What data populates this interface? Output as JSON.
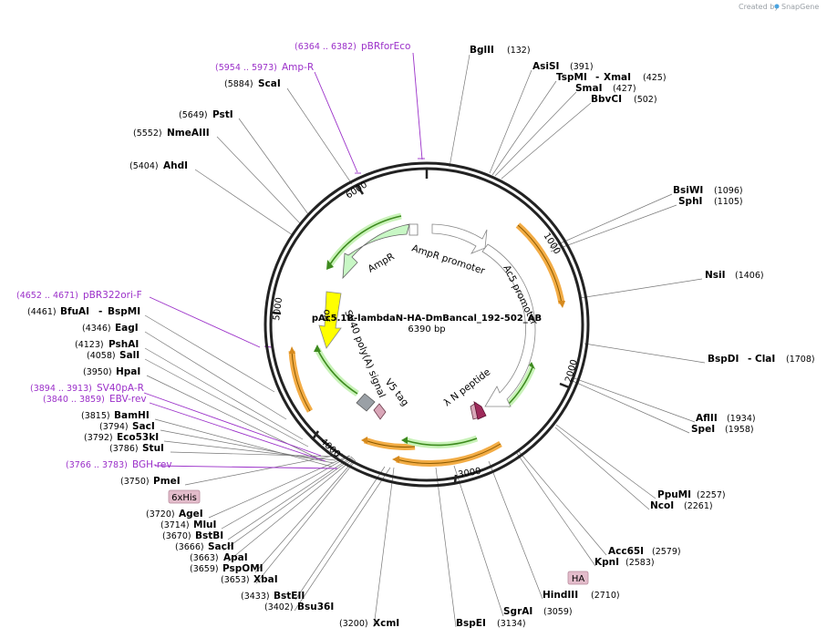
{
  "credit": {
    "prefix": "Created by",
    "brand": "SnapGene"
  },
  "plasmid": {
    "name": "pAc5.1B-lambdaN-HA-DmBancal_192-502_AB",
    "size_label": "6390 bp",
    "length": 6390
  },
  "colors": {
    "primer": "#9b30c9",
    "backbone": "#222222",
    "orf": "#f2a83b",
    "ampr": "#c8f7c5",
    "yellow": "#ffff00",
    "green_arc": "#4c9a2a",
    "tag": "#e3bccb"
  },
  "ticks": [
    "1000",
    "2000",
    "3000",
    "4000",
    "5000",
    "6000"
  ],
  "sites": [
    {
      "name": "BglII",
      "pos": "(132)"
    },
    {
      "name": "AsiSI",
      "pos": "(391)"
    },
    {
      "name": "TspMI",
      "sep": "-",
      "name2": "XmaI",
      "pos": "(425)"
    },
    {
      "name": "SmaI",
      "pos": "(427)"
    },
    {
      "name": "BbvCI",
      "pos": "(502)"
    },
    {
      "name": "BsiWI",
      "pos": "(1096)"
    },
    {
      "name": "SphI",
      "pos": "(1105)"
    },
    {
      "name": "NsiI",
      "pos": "(1406)"
    },
    {
      "name": "BspDI",
      "sep": "-",
      "name2": "ClaI",
      "pos": "(1708)"
    },
    {
      "name": "AflII",
      "pos": "(1934)"
    },
    {
      "name": "SpeI",
      "pos": "(1958)"
    },
    {
      "name": "PpuMI",
      "pos": "(2257)"
    },
    {
      "name": "NcoI",
      "pos": "(2261)"
    },
    {
      "name": "Acc65I",
      "pos": "(2579)"
    },
    {
      "name": "KpnI",
      "pos": "(2583)"
    },
    {
      "name": "HindIII",
      "pos": "(2710)"
    },
    {
      "name": "SgrAI",
      "pos": "(3059)"
    },
    {
      "name": "BspEI",
      "pos": "(3134)"
    },
    {
      "name": "XcmI",
      "pos": "(3200)"
    },
    {
      "name": "Bsu36I",
      "pos": "(3402)"
    },
    {
      "name": "BstEII",
      "pos": "(3433)"
    },
    {
      "name": "XbaI",
      "pos": "(3653)"
    },
    {
      "name": "PspOMI",
      "pos": "(3659)"
    },
    {
      "name": "ApaI",
      "pos": "(3663)"
    },
    {
      "name": "SacII",
      "pos": "(3666)"
    },
    {
      "name": "BstBI",
      "pos": "(3670)"
    },
    {
      "name": "MluI",
      "pos": "(3714)"
    },
    {
      "name": "AgeI",
      "pos": "(3720)"
    },
    {
      "name": "PmeI",
      "pos": "(3750)"
    },
    {
      "name": "StuI",
      "pos": "(3786)"
    },
    {
      "name": "Eco53kI",
      "pos": "(3792)"
    },
    {
      "name": "SacI",
      "pos": "(3794)"
    },
    {
      "name": "BamHI",
      "pos": "(3815)"
    },
    {
      "name": "HpaI",
      "pos": "(3950)"
    },
    {
      "name": "SalI",
      "pos": "(4058)"
    },
    {
      "name": "PshAI",
      "pos": "(4123)"
    },
    {
      "name": "EagI",
      "pos": "(4346)"
    },
    {
      "name": "BfuAI",
      "sep": "-",
      "name2": "BspMI",
      "pos": "(4461)"
    },
    {
      "name": "AhdI",
      "pos": "(5404)"
    },
    {
      "name": "NmeAIII",
      "pos": "(5552)"
    },
    {
      "name": "PstI",
      "pos": "(5649)"
    },
    {
      "name": "ScaI",
      "pos": "(5884)"
    }
  ],
  "primers": [
    {
      "name": "pBRforEco",
      "pos": "(6364 .. 6382)"
    },
    {
      "name": "Amp-R",
      "pos": "(5954 .. 5973)"
    },
    {
      "name": "pBR322ori-F",
      "pos": "(4652 .. 4671)"
    },
    {
      "name": "SV40pA-R",
      "pos": "(3894 .. 3913)"
    },
    {
      "name": "EBV-rev",
      "pos": "(3840 .. 3859)"
    },
    {
      "name": "BGH-rev",
      "pos": "(3766 .. 3783)"
    }
  ],
  "features": {
    "ampr_promoter": "AmpR promoter",
    "ampr": "AmpR",
    "ac5_promoter": "Ac5 promoter",
    "ori": "ori",
    "sv40": "SV40 poly(A) signal",
    "v5": "V5 tag",
    "lambda_n": "λ N peptide"
  },
  "tags": {
    "his": "6xHis",
    "ha": "HA"
  }
}
